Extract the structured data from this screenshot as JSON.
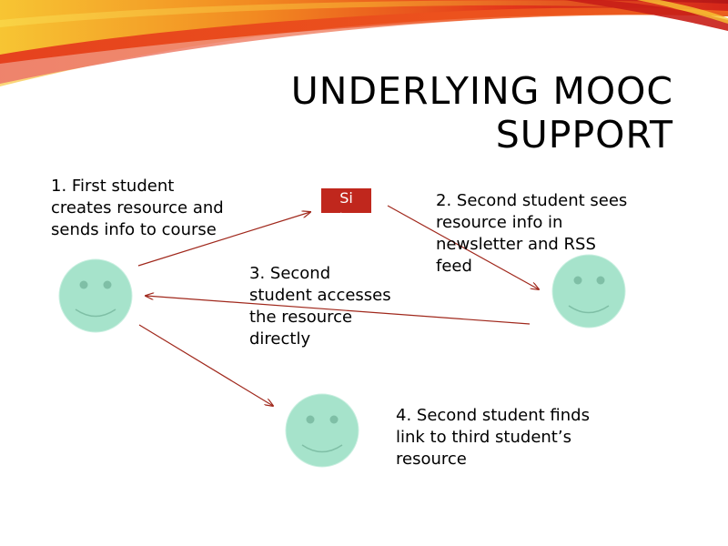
{
  "slide": {
    "title_line1": "UNDERLYING MOOC",
    "title_line2": "SUPPORT"
  },
  "diagram": {
    "site_box_text": "Site",
    "steps": [
      {
        "text_lines": [
          "1. First student",
          "creates resource and",
          "sends info to course"
        ]
      },
      {
        "text_lines": [
          "2. Second student sees",
          "resource info in",
          "newsletter and RSS",
          "feed"
        ]
      },
      {
        "text_lines": [
          "3. Second",
          "student accesses",
          "the resource",
          "directly"
        ]
      },
      {
        "text_lines": [
          "4. Second student finds",
          "link to third student’s",
          "resource"
        ]
      }
    ]
  },
  "colors": {
    "face_fill": "#a6e3cb",
    "face_feature": "#7fbfa6",
    "arrow": "#a0281c",
    "site_box": "#c0271d",
    "accent_flame": "#e8351c"
  }
}
